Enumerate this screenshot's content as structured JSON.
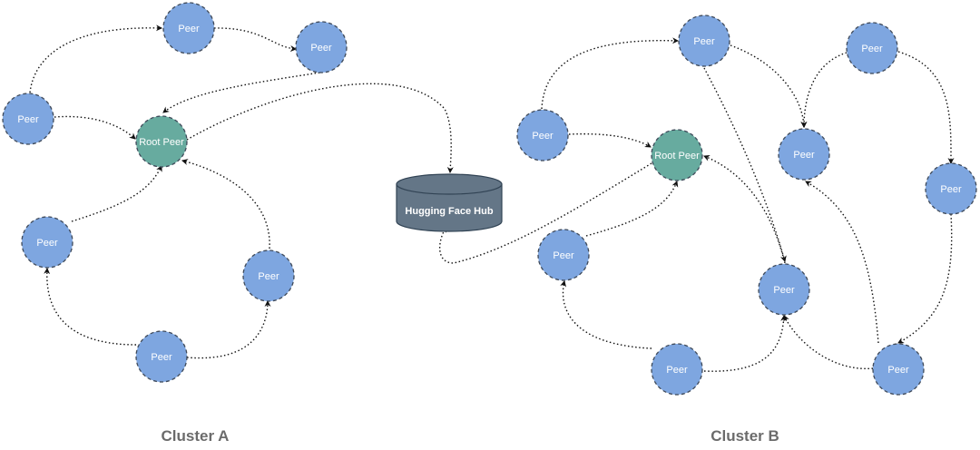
{
  "colors": {
    "peer_fill": "#7ea6e0",
    "root_fill": "#67ab9f",
    "node_stroke": "#3f4a5a",
    "hub_body": "#647687",
    "hub_stroke": "#314354",
    "edge": "#111111"
  },
  "labels": {
    "peer": "Peer",
    "root": "Root Peer",
    "hub": "Hugging Face Hub",
    "cluster_a": "Cluster A",
    "cluster_b": "Cluster B"
  },
  "nodes": [
    {
      "id": "a_top1",
      "kind": "peer",
      "cluster": "A"
    },
    {
      "id": "a_top2",
      "kind": "peer",
      "cluster": "A"
    },
    {
      "id": "a_left",
      "kind": "peer",
      "cluster": "A"
    },
    {
      "id": "a_root",
      "kind": "root",
      "cluster": "A"
    },
    {
      "id": "a_midleft",
      "kind": "peer",
      "cluster": "A"
    },
    {
      "id": "a_right",
      "kind": "peer",
      "cluster": "A"
    },
    {
      "id": "a_bottom",
      "kind": "peer",
      "cluster": "A"
    },
    {
      "id": "b_top",
      "kind": "peer",
      "cluster": "B"
    },
    {
      "id": "b_topright",
      "kind": "peer",
      "cluster": "B"
    },
    {
      "id": "b_left",
      "kind": "peer",
      "cluster": "B"
    },
    {
      "id": "b_root",
      "kind": "root",
      "cluster": "B"
    },
    {
      "id": "b_midright",
      "kind": "peer",
      "cluster": "B"
    },
    {
      "id": "b_farright",
      "kind": "peer",
      "cluster": "B"
    },
    {
      "id": "b_lowleft",
      "kind": "peer",
      "cluster": "B"
    },
    {
      "id": "b_center",
      "kind": "peer",
      "cluster": "B"
    },
    {
      "id": "b_bottom",
      "kind": "peer",
      "cluster": "B"
    },
    {
      "id": "b_bottomright",
      "kind": "peer",
      "cluster": "B"
    }
  ],
  "edges": [
    {
      "from": "a_left",
      "to": "a_top1"
    },
    {
      "from": "a_top1",
      "to": "a_top2"
    },
    {
      "from": "a_top2",
      "to": "a_root"
    },
    {
      "from": "a_left",
      "to": "a_root"
    },
    {
      "from": "a_root",
      "to": "hub"
    },
    {
      "from": "a_midleft",
      "to": "a_root"
    },
    {
      "from": "a_right",
      "to": "a_root"
    },
    {
      "from": "a_bottom",
      "to": "a_midleft"
    },
    {
      "from": "a_bottom",
      "to": "a_right"
    },
    {
      "from": "b_root",
      "to": "hub"
    },
    {
      "from": "b_left",
      "to": "b_top"
    },
    {
      "from": "b_left",
      "to": "b_root"
    },
    {
      "from": "b_top",
      "to": "b_midright"
    },
    {
      "from": "b_topright",
      "to": "b_midright"
    },
    {
      "from": "b_topright",
      "to": "b_farright"
    },
    {
      "from": "b_top",
      "to": "b_center"
    },
    {
      "from": "b_farright",
      "to": "b_bottomright"
    },
    {
      "from": "b_lowleft",
      "to": "b_root"
    },
    {
      "from": "b_center",
      "to": "b_root"
    },
    {
      "from": "b_bottom",
      "to": "b_lowleft"
    },
    {
      "from": "b_bottom",
      "to": "b_center"
    },
    {
      "from": "b_bottomright",
      "to": "b_center"
    },
    {
      "from": "b_bottomright",
      "to": "b_midright"
    }
  ]
}
